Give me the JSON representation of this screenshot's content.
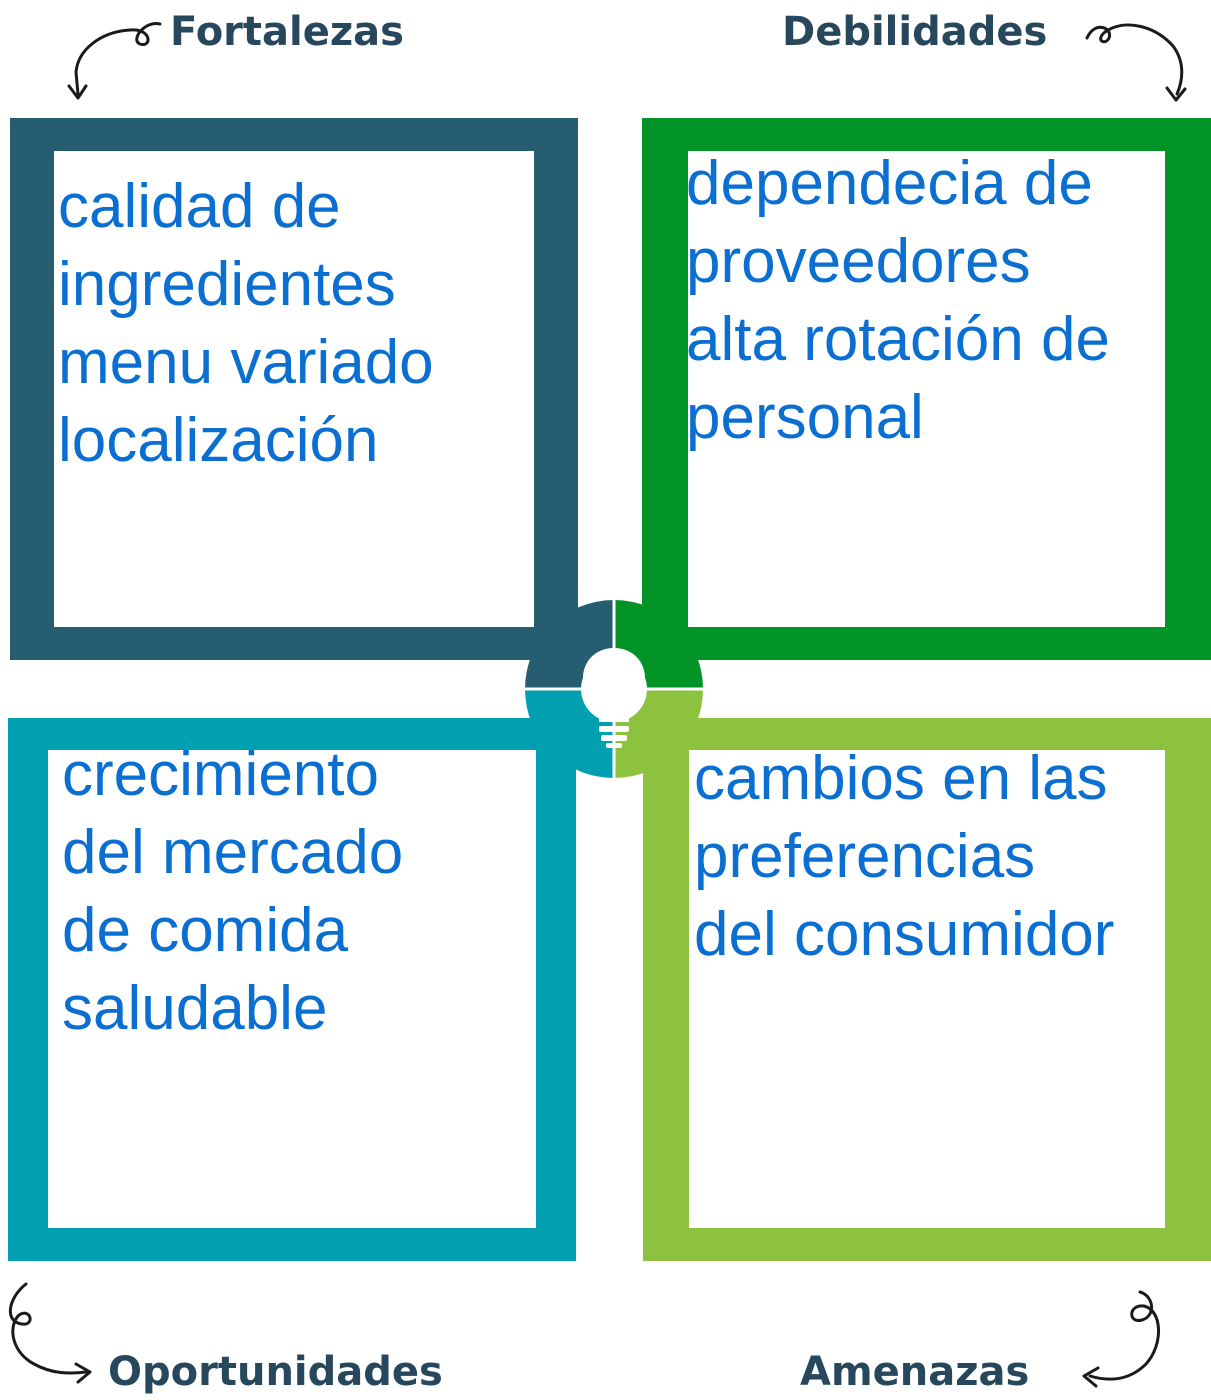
{
  "colors": {
    "strengths": "#275d70",
    "weaknesses": "#029427",
    "opportunities": "#00a0b0",
    "threats": "#8dc23f",
    "heading": "#26475c",
    "body_text": "#0a6fd1"
  },
  "headings": {
    "strengths": "Fortalezas",
    "weaknesses": "Debilidades",
    "opportunities": "Oportunidades",
    "threats": "Amenazas"
  },
  "quadrants": {
    "strengths": {
      "lines": [
        "calidad de",
        "ingredientes",
        "menu variado",
        "localización"
      ]
    },
    "weaknesses": {
      "lines": [
        "dependecia de",
        "proveedores",
        "alta rotación de",
        "personal"
      ]
    },
    "opportunities": {
      "lines": [
        "crecimiento",
        "del mercado",
        "de comida",
        "saludable"
      ]
    },
    "threats": {
      "lines": [
        "cambios en las",
        "preferencias",
        "del consumidor"
      ]
    }
  },
  "center_icon": "lightbulb-icon",
  "arrows": [
    "curly-arrow-icon"
  ]
}
